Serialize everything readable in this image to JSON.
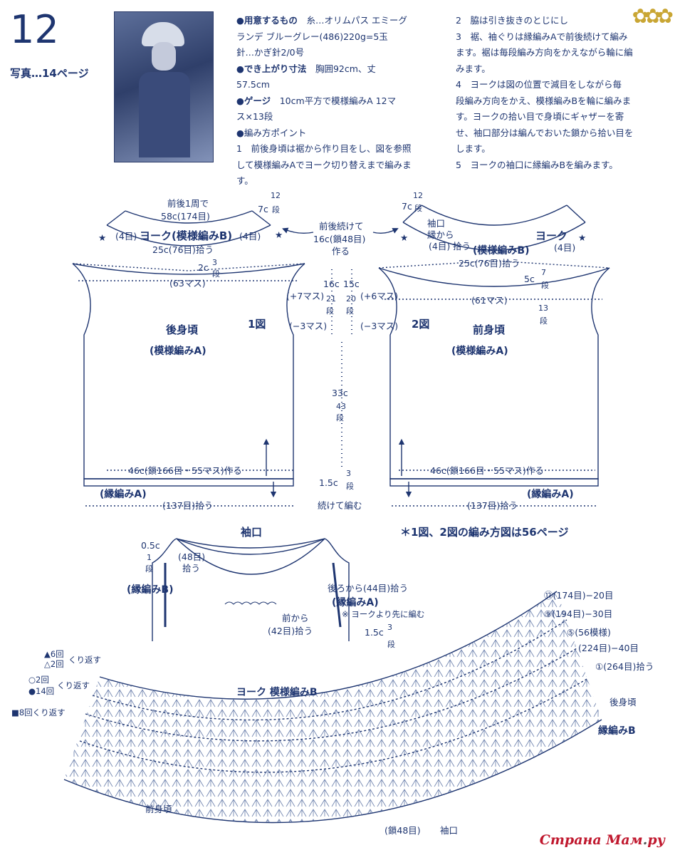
{
  "header": {
    "number": "12",
    "photo_ref": "写真…14ページ"
  },
  "materials": {
    "l1_head": "●用意するもの",
    "l1": "糸…オリムパス エミーグ",
    "l2": "ランデ ブルーグレー(486)220g=5玉",
    "l3": "針…かぎ針2/0号",
    "l4_head": "●でき上がり寸法",
    "l4": "胸囲92cm、丈",
    "l5": "57.5cm",
    "l6_head": "●ゲージ",
    "l6": "10cm平方で模様編みA 12マ",
    "l7": "ス×13段",
    "l8_head": "●編み方ポイント",
    "l9": "1　前後身頃は裾から作り目をし、図を参照",
    "l10": "して模様編みAでヨーク切り替えまで編みま",
    "l11": "す。"
  },
  "steps": {
    "s1": "2　脇は引き抜きのとじにし",
    "s2": "3　裾、袖ぐりは縁編みAで前後続けて編み",
    "s3": "ます。裾は毎段編み方向をかえながら輪に編",
    "s4": "みます。",
    "s5": "4　ヨークは図の位置で減目をしながら毎",
    "s6": "段編み方向をかえ、模様編みBを輪に編みま",
    "s7": "す。ヨークの拾い目で身頃にギャザーを寄",
    "s8": "せ、袖口部分は編んでおいた鎖から拾い目を",
    "s9": "します。",
    "s10": "5　ヨークの袖口に縁編みBを編みます。"
  },
  "back": {
    "yoke_top1": "前後1周で",
    "yoke_top2": "58c(174目)",
    "yoke_rows_a": "7c",
    "yoke_rows_b": "12",
    "yoke_rows_c": "段",
    "star": "★",
    "yoke_side_l": "(4目)",
    "yoke_title": "ヨーク(模様編みB)",
    "yoke_side_r": "(4目)",
    "yoke_pick": "25c(76目)拾う",
    "top_a": "2c",
    "top_b": "3",
    "top_c": "段",
    "stitches": "(63マス)",
    "title": "後身頃",
    "pattern": "(模様編みA)",
    "fig": "1図",
    "hem_cast": "46c(鎖166目・55マス)作る",
    "edging": "(縁編みA)",
    "hem_pick": "(137目)拾う"
  },
  "center": {
    "c1": "前後続けて",
    "c2": "16c(鎖48目)",
    "c3": "作る",
    "h1a": "16c",
    "h1b": "21",
    "h1c": "段",
    "h2a": "15c",
    "h2b": "20",
    "h2c": "段",
    "inc_l": "(+7マス)",
    "inc_r": "(+6マス)",
    "dec_l": "(−3マス)",
    "dec_r": "(−3マス)",
    "body_a": "33c",
    "body_b": "43",
    "body_c": "段",
    "edge_a": "1.5c",
    "edge_b": "3",
    "edge_c": "段",
    "continue": "続けて編む"
  },
  "front": {
    "yoke_rows_a": "7c",
    "yoke_rows_b": "12",
    "yoke_rows_c": "段",
    "cuff1": "袖口",
    "cuff2": "縁から",
    "side_l": "(4目)",
    "pick_word": "拾う",
    "yoke_title": "ヨーク",
    "yoke_pattern": "(模様編みB)",
    "side_r": "(4目)",
    "star": "★",
    "yoke_pick": "25c(76目)拾う",
    "top_a": "5c",
    "top_b": "7",
    "top_c": "段",
    "stitches": "(61マス)",
    "arm_b": "13",
    "arm_c": "段",
    "fig": "2図",
    "title": "前身頃",
    "pattern": "(模様編みA)",
    "hem_cast": "46c(鎖166目・55マス)作る",
    "edging": "(縁編みA)",
    "hem_pick": "(137目)拾う"
  },
  "cuff": {
    "title": "袖口",
    "a1": "0.5c",
    "a2": "1",
    "a3": "段",
    "pick48a": "(48目)",
    "pick48b": "拾う",
    "edgeB": "(縁編みB)",
    "back_pick": "後ろから(44目)拾う",
    "edgeA": "(縁編みA)",
    "note": "※ ヨークより先に編む",
    "front1": "前から",
    "front2": "(42目)拾う",
    "b1": "1.5c",
    "b2": "3",
    "b3": "段"
  },
  "note_ref": "＊1図、2図の編み方図は56ページ",
  "chart": {
    "title": "ヨーク 模様編みB",
    "r1": "⑫(174目)−20目",
    "r2": "⑨(194目)−30目",
    "r3": "⑤(56模様)",
    "r4": "(224目)−40目",
    "r5": "①(264目)拾う",
    "back_label": "後身頃",
    "pat_label": "縁編みB",
    "rep1a": "▲6回",
    "rep1b": "△2回",
    "rep1c": "くり返す",
    "rep2a": "○2回",
    "rep2b": "●14回",
    "rep2c": "くり返す",
    "rep3": "■8回くり返す",
    "front_label": "前身頃",
    "chain": "(鎖48目)",
    "cuff_label": "袖口"
  },
  "watermark": {
    "main": "Страна Мам",
    "dot": ".",
    "ru": "ру"
  }
}
